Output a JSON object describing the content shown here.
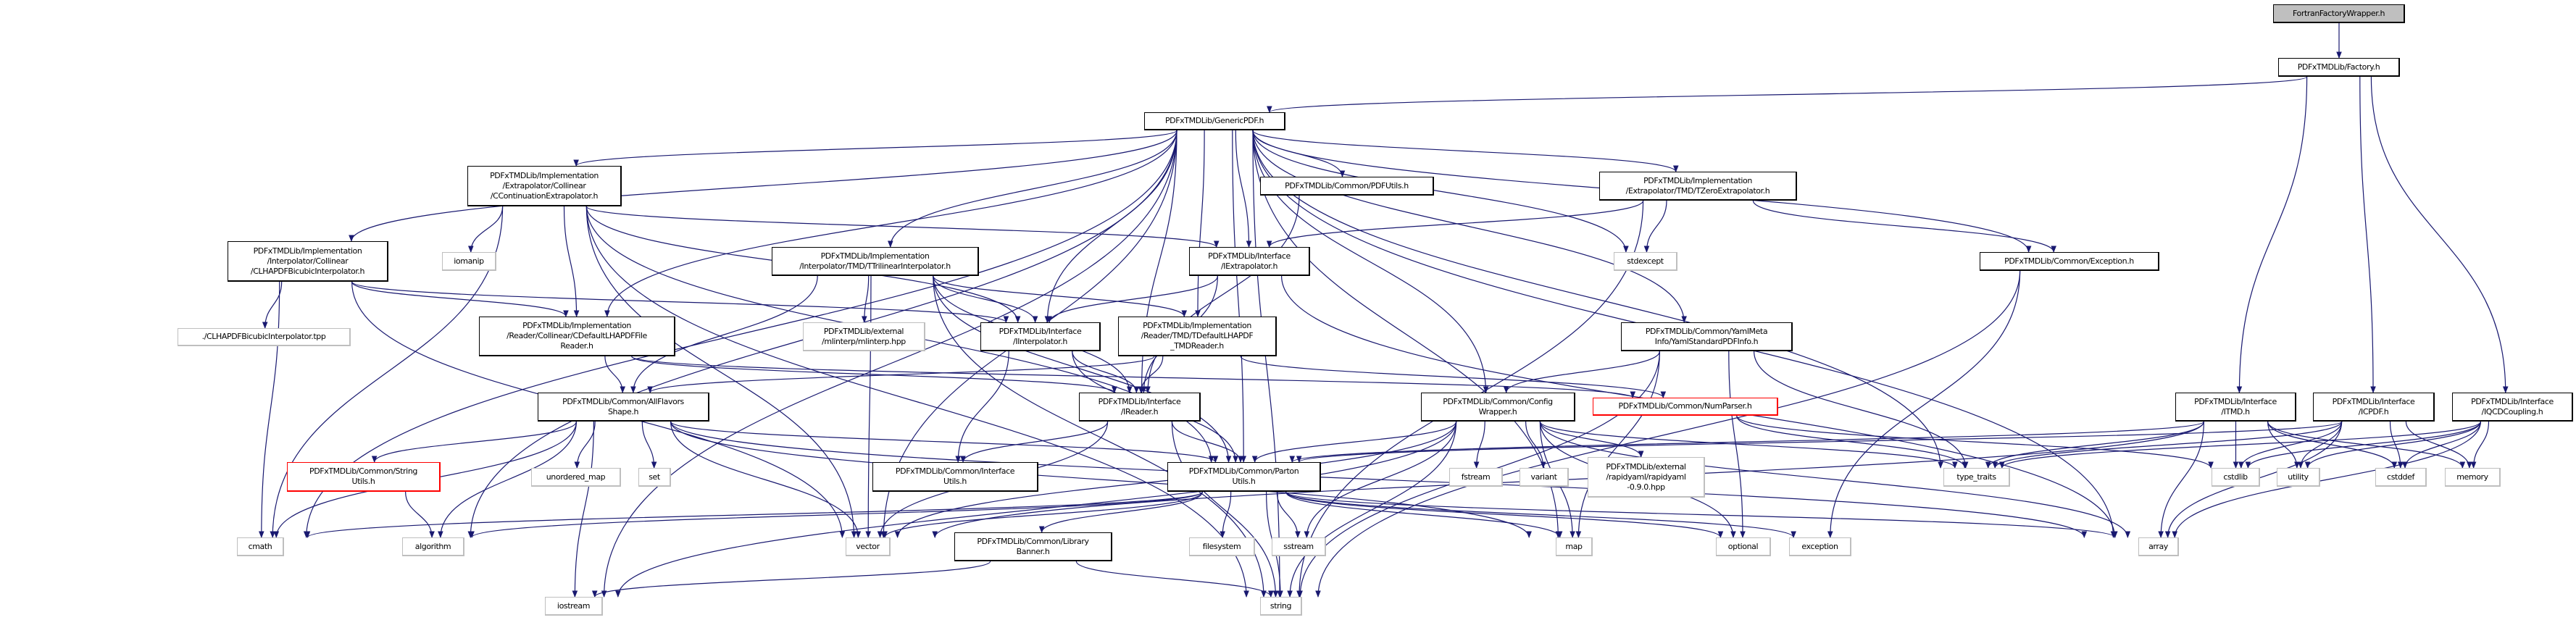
{
  "diagram": {
    "type": "include-dependency-graph",
    "colors": {
      "edge": "#191970",
      "node_border": "#000000",
      "external_border": "#bfbfbf",
      "incomplete_border": "#ff0000",
      "root_fill": "#bfbfbf"
    },
    "nodes": [
      {
        "lines": [
          "FortranFactoryWrapper.h"
        ],
        "style": "root"
      },
      {
        "lines": [
          "PDFxTMDLib/Factory.h"
        ],
        "style": "normal"
      },
      {
        "lines": [
          "PDFxTMDLib/GenericPDF.h"
        ],
        "style": "normal"
      },
      {
        "lines": [
          "PDFxTMDLib/Implementation",
          "/Extrapolator/Collinear",
          "/CContinuationExtrapolator.h"
        ],
        "style": "normal"
      },
      {
        "lines": [
          "PDFxTMDLib/Implementation",
          "/Interpolator/Collinear",
          "/CLHAPDFBicubicInterpolator.h"
        ],
        "style": "normal"
      },
      {
        "lines": [
          "iomanip"
        ],
        "style": "external"
      },
      {
        "lines": [
          "PDFxTMDLib/Implementation",
          "/Interpolator/TMD/TTrilinearInterpolator.h"
        ],
        "style": "normal"
      },
      {
        "lines": [
          "PDFxTMDLib/Common/PDFUtils.h"
        ],
        "style": "normal"
      },
      {
        "lines": [
          "PDFxTMDLib/Interface",
          "/IExtrapolator.h"
        ],
        "style": "normal"
      },
      {
        "lines": [
          "PDFxTMDLib/Implementation",
          "/Extrapolator/TMD/TZeroExtrapolator.h"
        ],
        "style": "normal"
      },
      {
        "lines": [
          "stdexcept"
        ],
        "style": "external"
      },
      {
        "lines": [
          "PDFxTMDLib/Common/Exception.h"
        ],
        "style": "normal"
      },
      {
        "lines": [
          "./CLHAPDFBicubicInterpolator.tpp"
        ],
        "style": "external"
      },
      {
        "lines": [
          "PDFxTMDLib/Implementation",
          "/Reader/Collinear/CDefaultLHAPDFFile",
          "Reader.h"
        ],
        "style": "normal"
      },
      {
        "lines": [
          "PDFxTMDLib/external",
          "/mlinterp/mlinterp.hpp"
        ],
        "style": "external"
      },
      {
        "lines": [
          "PDFxTMDLib/Interface",
          "/IInterpolator.h"
        ],
        "style": "normal"
      },
      {
        "lines": [
          "PDFxTMDLib/Implementation",
          "/Reader/TMD/TDefaultLHAPDF",
          "_TMDReader.h"
        ],
        "style": "normal"
      },
      {
        "lines": [
          "PDFxTMDLib/Common/YamlMeta",
          "Info/YamlStandardPDFInfo.h"
        ],
        "style": "normal"
      },
      {
        "lines": [
          "PDFxTMDLib/Common/AllFlavors",
          "Shape.h"
        ],
        "style": "normal"
      },
      {
        "lines": [
          "PDFxTMDLib/Interface",
          "/IReader.h"
        ],
        "style": "normal"
      },
      {
        "lines": [
          "PDFxTMDLib/Common/Config",
          "Wrapper.h"
        ],
        "style": "normal"
      },
      {
        "lines": [
          "PDFxTMDLib/Common/NumParser.h"
        ],
        "style": "red"
      },
      {
        "lines": [
          "PDFxTMDLib/Interface",
          "/ITMD.h"
        ],
        "style": "normal"
      },
      {
        "lines": [
          "PDFxTMDLib/Interface",
          "/ICPDF.h"
        ],
        "style": "normal"
      },
      {
        "lines": [
          "PDFxTMDLib/Interface",
          "/IQCDCoupling.h"
        ],
        "style": "normal"
      },
      {
        "lines": [
          "PDFxTMDLib/Common/String",
          "Utils.h"
        ],
        "style": "red"
      },
      {
        "lines": [
          "unordered_map"
        ],
        "style": "external"
      },
      {
        "lines": [
          "set"
        ],
        "style": "external"
      },
      {
        "lines": [
          "PDFxTMDLib/Common/Interface",
          "Utils.h"
        ],
        "style": "normal"
      },
      {
        "lines": [
          "PDFxTMDLib/Common/Parton",
          "Utils.h"
        ],
        "style": "normal"
      },
      {
        "lines": [
          "fstream"
        ],
        "style": "external"
      },
      {
        "lines": [
          "variant"
        ],
        "style": "external"
      },
      {
        "lines": [
          "PDFxTMDLib/external",
          "/rapidyaml/rapidyaml",
          "-0.9.0.hpp"
        ],
        "style": "external"
      },
      {
        "lines": [
          "type_traits"
        ],
        "style": "external"
      },
      {
        "lines": [
          "cstdlib"
        ],
        "style": "external"
      },
      {
        "lines": [
          "utility"
        ],
        "style": "external"
      },
      {
        "lines": [
          "cstddef"
        ],
        "style": "external"
      },
      {
        "lines": [
          "memory"
        ],
        "style": "external"
      },
      {
        "lines": [
          "cmath"
        ],
        "style": "external"
      },
      {
        "lines": [
          "algorithm"
        ],
        "style": "external"
      },
      {
        "lines": [
          "vector"
        ],
        "style": "external"
      },
      {
        "lines": [
          "PDFxTMDLib/Common/Library",
          "Banner.h"
        ],
        "style": "normal"
      },
      {
        "lines": [
          "filesystem"
        ],
        "style": "external"
      },
      {
        "lines": [
          "sstream"
        ],
        "style": "external"
      },
      {
        "lines": [
          "map"
        ],
        "style": "external"
      },
      {
        "lines": [
          "optional"
        ],
        "style": "external"
      },
      {
        "lines": [
          "exception"
        ],
        "style": "external"
      },
      {
        "lines": [
          "array"
        ],
        "style": "external"
      },
      {
        "lines": [
          "iostream"
        ],
        "style": "external"
      },
      {
        "lines": [
          "string"
        ],
        "style": "external"
      }
    ],
    "edges": [
      [
        0,
        1
      ],
      [
        1,
        2
      ],
      [
        1,
        22
      ],
      [
        1,
        23
      ],
      [
        1,
        24
      ],
      [
        2,
        3
      ],
      [
        2,
        4
      ],
      [
        2,
        6
      ],
      [
        2,
        7
      ],
      [
        2,
        8
      ],
      [
        2,
        9
      ],
      [
        2,
        15
      ],
      [
        2,
        19
      ],
      [
        2,
        13
      ],
      [
        2,
        16
      ],
      [
        2,
        20
      ],
      [
        2,
        17
      ],
      [
        2,
        11
      ],
      [
        2,
        10
      ],
      [
        2,
        29
      ],
      [
        2,
        33
      ],
      [
        2,
        47
      ],
      [
        2,
        40
      ],
      [
        2,
        38
      ],
      [
        2,
        39
      ],
      [
        2,
        48
      ],
      [
        2,
        49
      ],
      [
        2,
        44
      ],
      [
        3,
        5
      ],
      [
        3,
        13
      ],
      [
        3,
        8
      ],
      [
        3,
        15
      ],
      [
        3,
        29
      ],
      [
        3,
        38
      ],
      [
        3,
        40
      ],
      [
        3,
        49
      ],
      [
        4,
        12
      ],
      [
        4,
        13
      ],
      [
        4,
        15
      ],
      [
        4,
        38
      ],
      [
        4,
        40
      ],
      [
        6,
        14
      ],
      [
        6,
        15
      ],
      [
        6,
        19
      ],
      [
        6,
        16
      ],
      [
        6,
        18
      ],
      [
        6,
        29
      ],
      [
        6,
        40
      ],
      [
        6,
        49
      ],
      [
        8,
        15
      ],
      [
        8,
        19
      ],
      [
        8,
        47
      ],
      [
        9,
        8
      ],
      [
        9,
        10
      ],
      [
        9,
        11
      ],
      [
        9,
        49
      ],
      [
        7,
        19
      ],
      [
        11,
        46
      ],
      [
        11,
        49
      ],
      [
        13,
        18
      ],
      [
        13,
        19
      ],
      [
        13,
        21
      ],
      [
        16,
        19
      ],
      [
        16,
        18
      ],
      [
        16,
        21
      ],
      [
        15,
        19
      ],
      [
        15,
        28
      ],
      [
        15,
        29
      ],
      [
        17,
        20
      ],
      [
        17,
        33
      ],
      [
        17,
        45
      ],
      [
        17,
        44
      ],
      [
        17,
        49
      ],
      [
        18,
        25
      ],
      [
        18,
        26
      ],
      [
        18,
        27
      ],
      [
        18,
        38
      ],
      [
        18,
        39
      ],
      [
        18,
        40
      ],
      [
        18,
        29
      ],
      [
        18,
        48
      ],
      [
        18,
        44
      ],
      [
        18,
        47
      ],
      [
        19,
        28
      ],
      [
        19,
        29
      ],
      [
        19,
        40
      ],
      [
        19,
        49
      ],
      [
        20,
        29
      ],
      [
        20,
        30
      ],
      [
        20,
        31
      ],
      [
        20,
        32
      ],
      [
        20,
        44
      ],
      [
        20,
        45
      ],
      [
        20,
        43
      ],
      [
        20,
        40
      ],
      [
        20,
        49
      ],
      [
        20,
        48
      ],
      [
        20,
        33
      ],
      [
        20,
        47
      ],
      [
        21,
        33
      ],
      [
        21,
        34
      ],
      [
        25,
        39
      ],
      [
        29,
        41
      ],
      [
        29,
        42
      ],
      [
        29,
        43
      ],
      [
        29,
        44
      ],
      [
        29,
        45
      ],
      [
        29,
        46
      ],
      [
        29,
        47
      ],
      [
        29,
        38
      ],
      [
        29,
        39
      ],
      [
        29,
        40
      ],
      [
        29,
        49
      ],
      [
        41,
        48
      ],
      [
        41,
        49
      ],
      [
        22,
        29
      ],
      [
        22,
        33
      ],
      [
        22,
        34
      ],
      [
        22,
        35
      ],
      [
        22,
        36
      ],
      [
        22,
        37
      ],
      [
        22,
        47
      ],
      [
        22,
        40
      ],
      [
        23,
        29
      ],
      [
        23,
        33
      ],
      [
        23,
        34
      ],
      [
        23,
        35
      ],
      [
        23,
        36
      ],
      [
        23,
        37
      ],
      [
        23,
        47
      ],
      [
        24,
        33
      ],
      [
        24,
        34
      ],
      [
        24,
        35
      ],
      [
        24,
        36
      ],
      [
        24,
        37
      ],
      [
        24,
        47
      ]
    ]
  }
}
